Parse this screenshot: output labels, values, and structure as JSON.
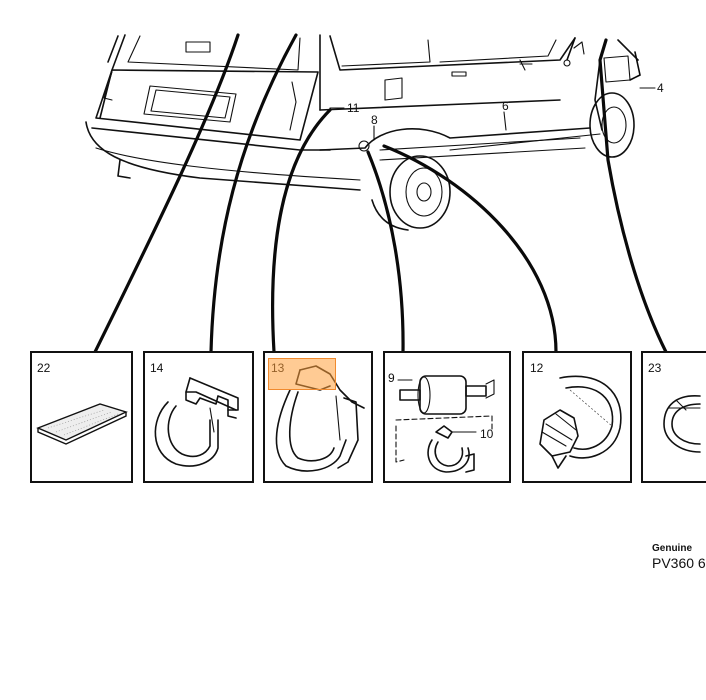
{
  "diagram": {
    "callouts": [
      "11",
      "8",
      "6",
      "4"
    ],
    "boxes": [
      {
        "label": "22",
        "part": "pad"
      },
      {
        "label": "14",
        "part": "clip"
      },
      {
        "label": "13",
        "part": "clip"
      },
      {
        "label": "9",
        "label2": "10",
        "part": "filter-and-clamp"
      },
      {
        "label": "12",
        "part": "hose-clamp"
      },
      {
        "label": "23",
        "part": "ring-clamp"
      }
    ]
  },
  "footer": {
    "line1": "Genuine",
    "line2": "PV360 6"
  },
  "highlight": {
    "target_box": "13",
    "color": "#f5a35a"
  }
}
